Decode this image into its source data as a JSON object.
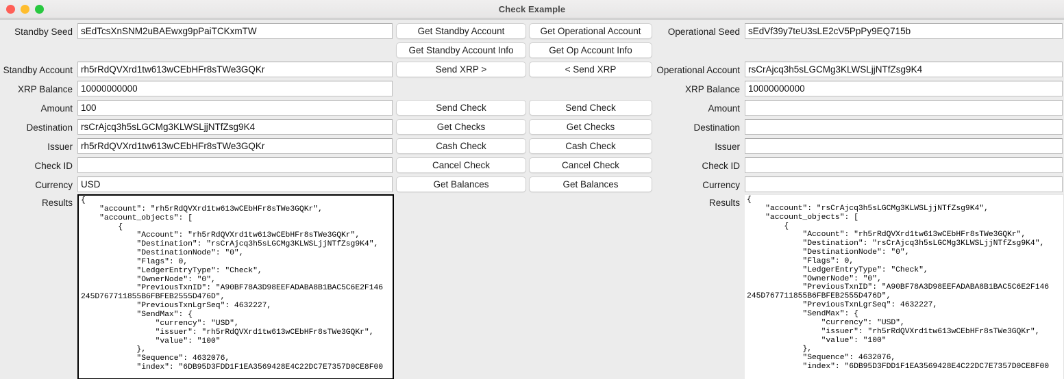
{
  "window": {
    "title": "Check Example",
    "controls": [
      "close",
      "minimize",
      "zoom"
    ]
  },
  "standby": {
    "fields": [
      {
        "label": "Standby Seed",
        "value": "sEdTcsXnSNM2uBAEwxg9pPaiTCKxmTW"
      },
      {
        "label": "Standby Account",
        "value": "rh5rRdQVXrd1tw613wCEbHFr8sTWe3GQKr"
      },
      {
        "label": "XRP Balance",
        "value": "10000000000"
      },
      {
        "label": "Amount",
        "value": "100"
      },
      {
        "label": "Destination",
        "value": "rsCrAjcq3h5sLGCMg3KLWSLjjNTfZsg9K4"
      },
      {
        "label": "Issuer",
        "value": "rh5rRdQVXrd1tw613wCEbHFr8sTWe3GQKr"
      },
      {
        "label": "Check ID",
        "value": ""
      },
      {
        "label": "Currency",
        "value": "USD"
      }
    ],
    "results_label": "Results",
    "results": "{\n    \"account\": \"rh5rRdQVXrd1tw613wCEbHFr8sTWe3GQKr\",\n    \"account_objects\": [\n        {\n            \"Account\": \"rh5rRdQVXrd1tw613wCEbHFr8sTWe3GQKr\",\n            \"Destination\": \"rsCrAjcq3h5sLGCMg3KLWSLjjNTfZsg9K4\",\n            \"DestinationNode\": \"0\",\n            \"Flags\": 0,\n            \"LedgerEntryType\": \"Check\",\n            \"OwnerNode\": \"0\",\n            \"PreviousTxnID\": \"A90BF78A3D98EEFADABA8B1BAC5C6E2F146\n245D767711855B6FBFEB2555D476D\",\n            \"PreviousTxnLgrSeq\": 4632227,\n            \"SendMax\": {\n                \"currency\": \"USD\",\n                \"issuer\": \"rh5rRdQVXrd1tw613wCEbHFr8sTWe3GQKr\",\n                \"value\": \"100\"\n            },\n            \"Sequence\": 4632076,\n            \"index\": \"6DB95D3FDD1F1EA3569428E4C22DC7E7357D0CE8F00"
  },
  "operational": {
    "fields": [
      {
        "label": "Operational Seed",
        "value": "sEdVf39y7teU3sLE2cV5PpPy9EQ715b"
      },
      {
        "label": "Operational Account",
        "value": "rsCrAjcq3h5sLGCMg3KLWSLjjNTfZsg9K4"
      },
      {
        "label": "XRP Balance",
        "value": "10000000000"
      },
      {
        "label": "Amount",
        "value": ""
      },
      {
        "label": "Destination",
        "value": ""
      },
      {
        "label": "Issuer",
        "value": ""
      },
      {
        "label": "Check ID",
        "value": ""
      },
      {
        "label": "Currency",
        "value": ""
      }
    ],
    "results_label": "Results",
    "results": "{\n    \"account\": \"rsCrAjcq3h5sLGCMg3KLWSLjjNTfZsg9K4\",\n    \"account_objects\": [\n        {\n            \"Account\": \"rh5rRdQVXrd1tw613wCEbHFr8sTWe3GQKr\",\n            \"Destination\": \"rsCrAjcq3h5sLGCMg3KLWSLjjNTfZsg9K4\",\n            \"DestinationNode\": \"0\",\n            \"Flags\": 0,\n            \"LedgerEntryType\": \"Check\",\n            \"OwnerNode\": \"0\",\n            \"PreviousTxnID\": \"A90BF78A3D98EEFADABA8B1BAC5C6E2F146\n245D767711855B6FBFEB2555D476D\",\n            \"PreviousTxnLgrSeq\": 4632227,\n            \"SendMax\": {\n                \"currency\": \"USD\",\n                \"issuer\": \"rh5rRdQVXrd1tw613wCEbHFr8sTWe3GQKr\",\n                \"value\": \"100\"\n            },\n            \"Sequence\": 4632076,\n            \"index\": \"6DB95D3FDD1F1EA3569428E4C22DC7E7357D0CE8F00"
  },
  "buttons": {
    "left": [
      "Get Standby Account",
      "Get Standby Account Info",
      "Send XRP >",
      "Send  Check",
      "Get Checks",
      "Cash  Check",
      "Cancel  Check",
      "Get Balances"
    ],
    "right": [
      "Get Operational Account",
      "Get Op Account Info",
      "< Send XRP",
      "Send Check",
      "Get Checks",
      "Cash Check",
      "Cancel Check",
      "Get Balances"
    ]
  },
  "colors": {
    "window_background": "#ececec",
    "field_background": "#ffffff",
    "field_border": "#bfbfbf",
    "button_border": "#cfcfcf",
    "title_text": "#4a4a4a",
    "close": "#ff5f57",
    "minimize": "#ffbd2e",
    "zoom": "#28c840"
  }
}
